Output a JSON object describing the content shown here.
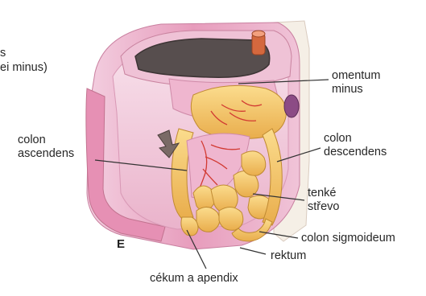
{
  "cut_text": {
    "line1": "s",
    "line2": "ei minus)"
  },
  "labels": {
    "omentum_minus": [
      "omentum",
      "minus"
    ],
    "colon_ascendens": [
      "colon",
      "ascendens"
    ],
    "colon_descendens": [
      "colon",
      "descendens"
    ],
    "tenke_strevo": [
      "tenké",
      "střevo"
    ],
    "colon_sigmoideum": "colon sigmoideum",
    "rektum": "rektum",
    "cekum_a_apendix": "cékum a apendix"
  },
  "panel_letter": "E",
  "colors": {
    "body_wall_pink": "#e79cbc",
    "body_wall_light": "#f7dcea",
    "body_wall_edge": "#f5efe6",
    "mesentery": "#efb6cf",
    "vessel": "#d23a32",
    "intestine": "#f5c469",
    "intestine_shadow": "#d9a444",
    "stomach_cavity": "#574e4e",
    "leader_line": "#333333"
  }
}
